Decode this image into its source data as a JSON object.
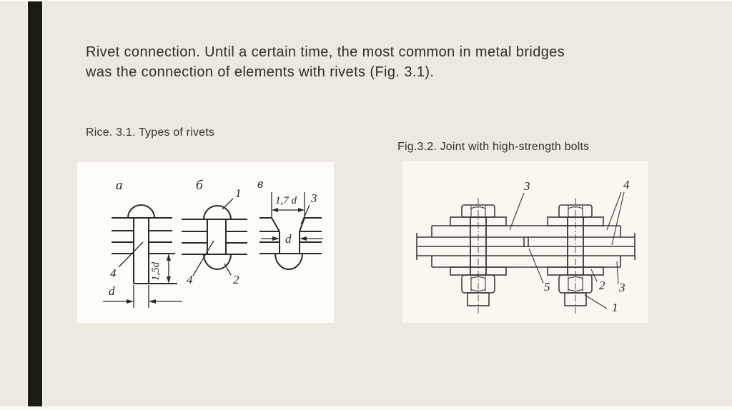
{
  "slide": {
    "title_lines": [
      "Rivet connection. Until a certain time, the most common in metal bridges",
      "was the connection of elements with rivets (Fig. 3.1)."
    ],
    "figure1_caption": "Rice. 3.1. Types of rivets",
    "figure2_caption": "Fig.3.2. Joint with high-strength bolts"
  },
  "figure1": {
    "panel_labels": {
      "a": "а",
      "b": "б",
      "v": "в"
    },
    "callouts": {
      "c1": "1",
      "c2": "2",
      "c3": "3",
      "c4": "4"
    },
    "dimensions": {
      "d": "d",
      "d15": "1,5d",
      "d17": "1,7 d"
    }
  },
  "figure2": {
    "callouts": {
      "c1": "1",
      "c2": "2",
      "c3": "3",
      "c4": "4",
      "c5": "5"
    }
  },
  "colors": {
    "background": "#ECE9E0",
    "accent_bar": "#1C1D11",
    "edge_strip": "#FBFAF3",
    "text": "#2F2E2B",
    "figure1_bg": "#FCFBF8",
    "figure2_bg": "#FAF7F1",
    "diagram_line": "#2B2B2B"
  }
}
